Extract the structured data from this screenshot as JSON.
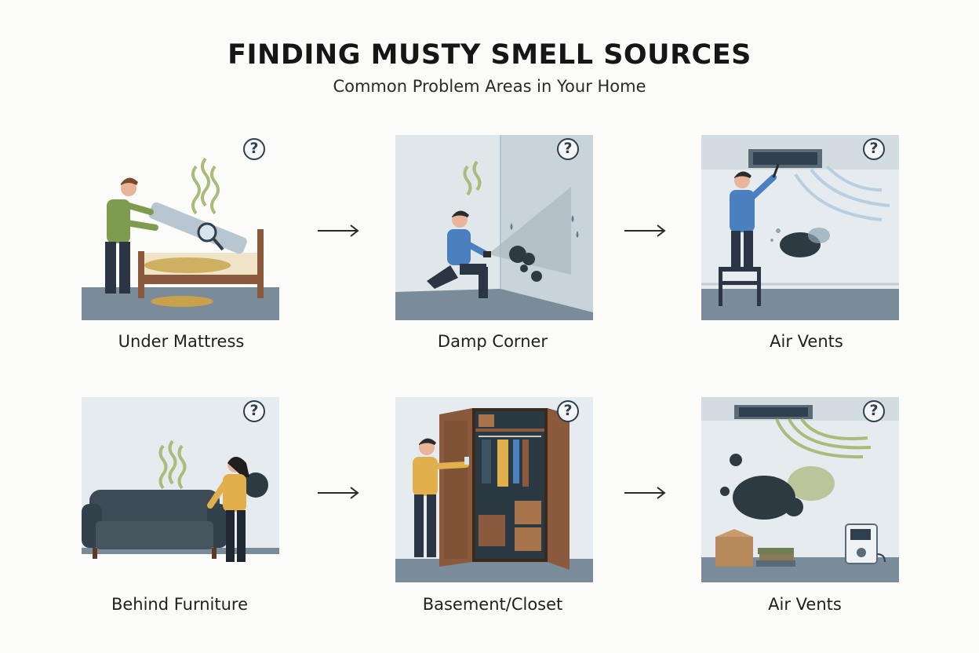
{
  "title": "FINDING MUSTY SMELL SOURCES",
  "subtitle": "Common Problem Areas in Your Home",
  "help_glyph": "?",
  "panels": [
    {
      "label": "Under Mattress",
      "icon": "mattress-inspection-illustration"
    },
    {
      "label": "Damp Corner",
      "icon": "damp-corner-illustration"
    },
    {
      "label": "Air Vents",
      "icon": "air-vent-inspection-illustration"
    },
    {
      "label": "Behind Furniture",
      "icon": "behind-sofa-illustration"
    },
    {
      "label": "Basement/Closet",
      "icon": "closet-illustration"
    },
    {
      "label": "Air Vents",
      "icon": "moldy-vent-room-illustration"
    }
  ],
  "colors": {
    "floor": "#7a8c99",
    "wall": "#e5ebee",
    "mold": "#2e3a42",
    "odor": "#a8bc7c",
    "help_badge": "#2f3f4d"
  }
}
